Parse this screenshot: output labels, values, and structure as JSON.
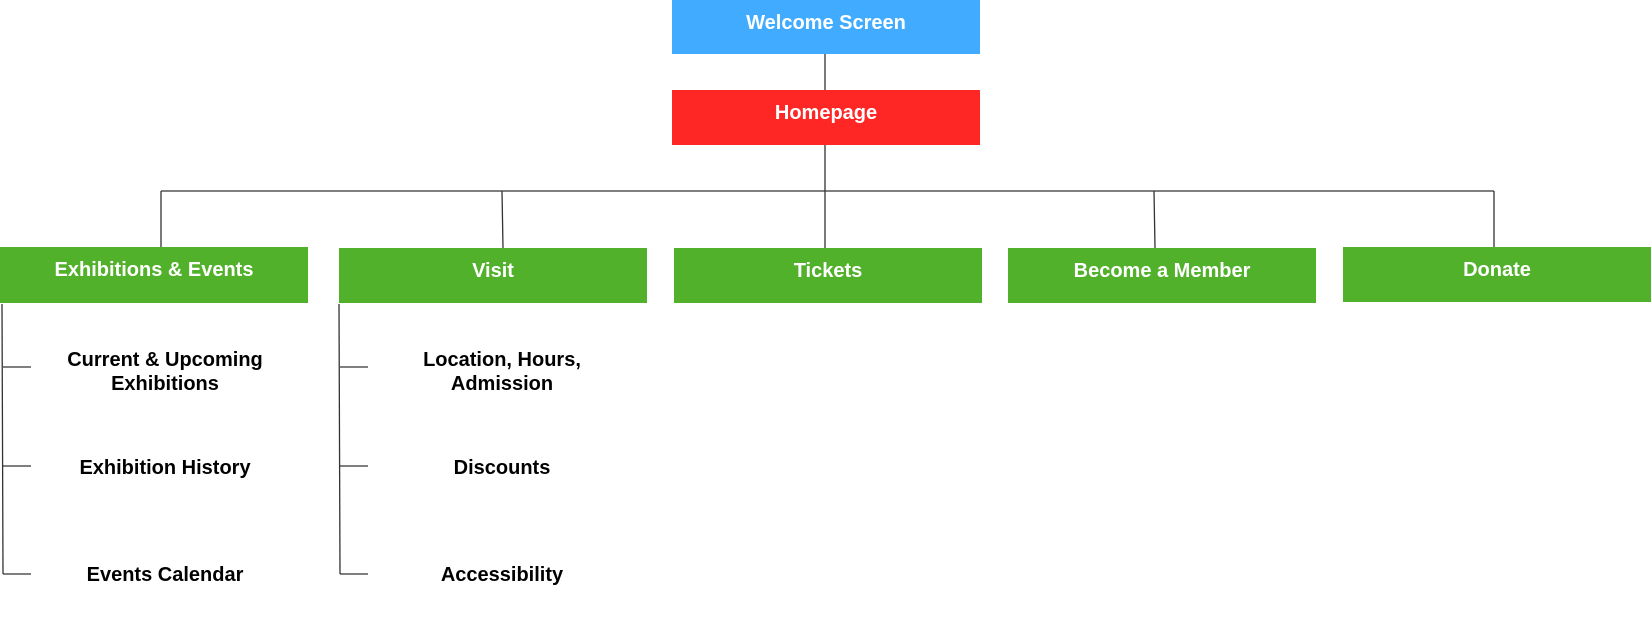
{
  "colors": {
    "welcome": "#40abff",
    "homepage": "#ff2626",
    "section": "#52b12a",
    "line": "#333333"
  },
  "nodes": {
    "welcome": "Welcome Screen",
    "homepage": "Homepage",
    "sections": [
      {
        "label": "Exhibitions & Events",
        "children": [
          "Current & Upcoming Exhibitions",
          "Exhibition History",
          "Events Calendar"
        ]
      },
      {
        "label": "Visit",
        "children": [
          "Location, Hours, Admission",
          "Discounts",
          "Accessibility"
        ]
      },
      {
        "label": "Tickets",
        "children": []
      },
      {
        "label": "Become a Member",
        "children": []
      },
      {
        "label": "Donate",
        "children": []
      }
    ]
  }
}
